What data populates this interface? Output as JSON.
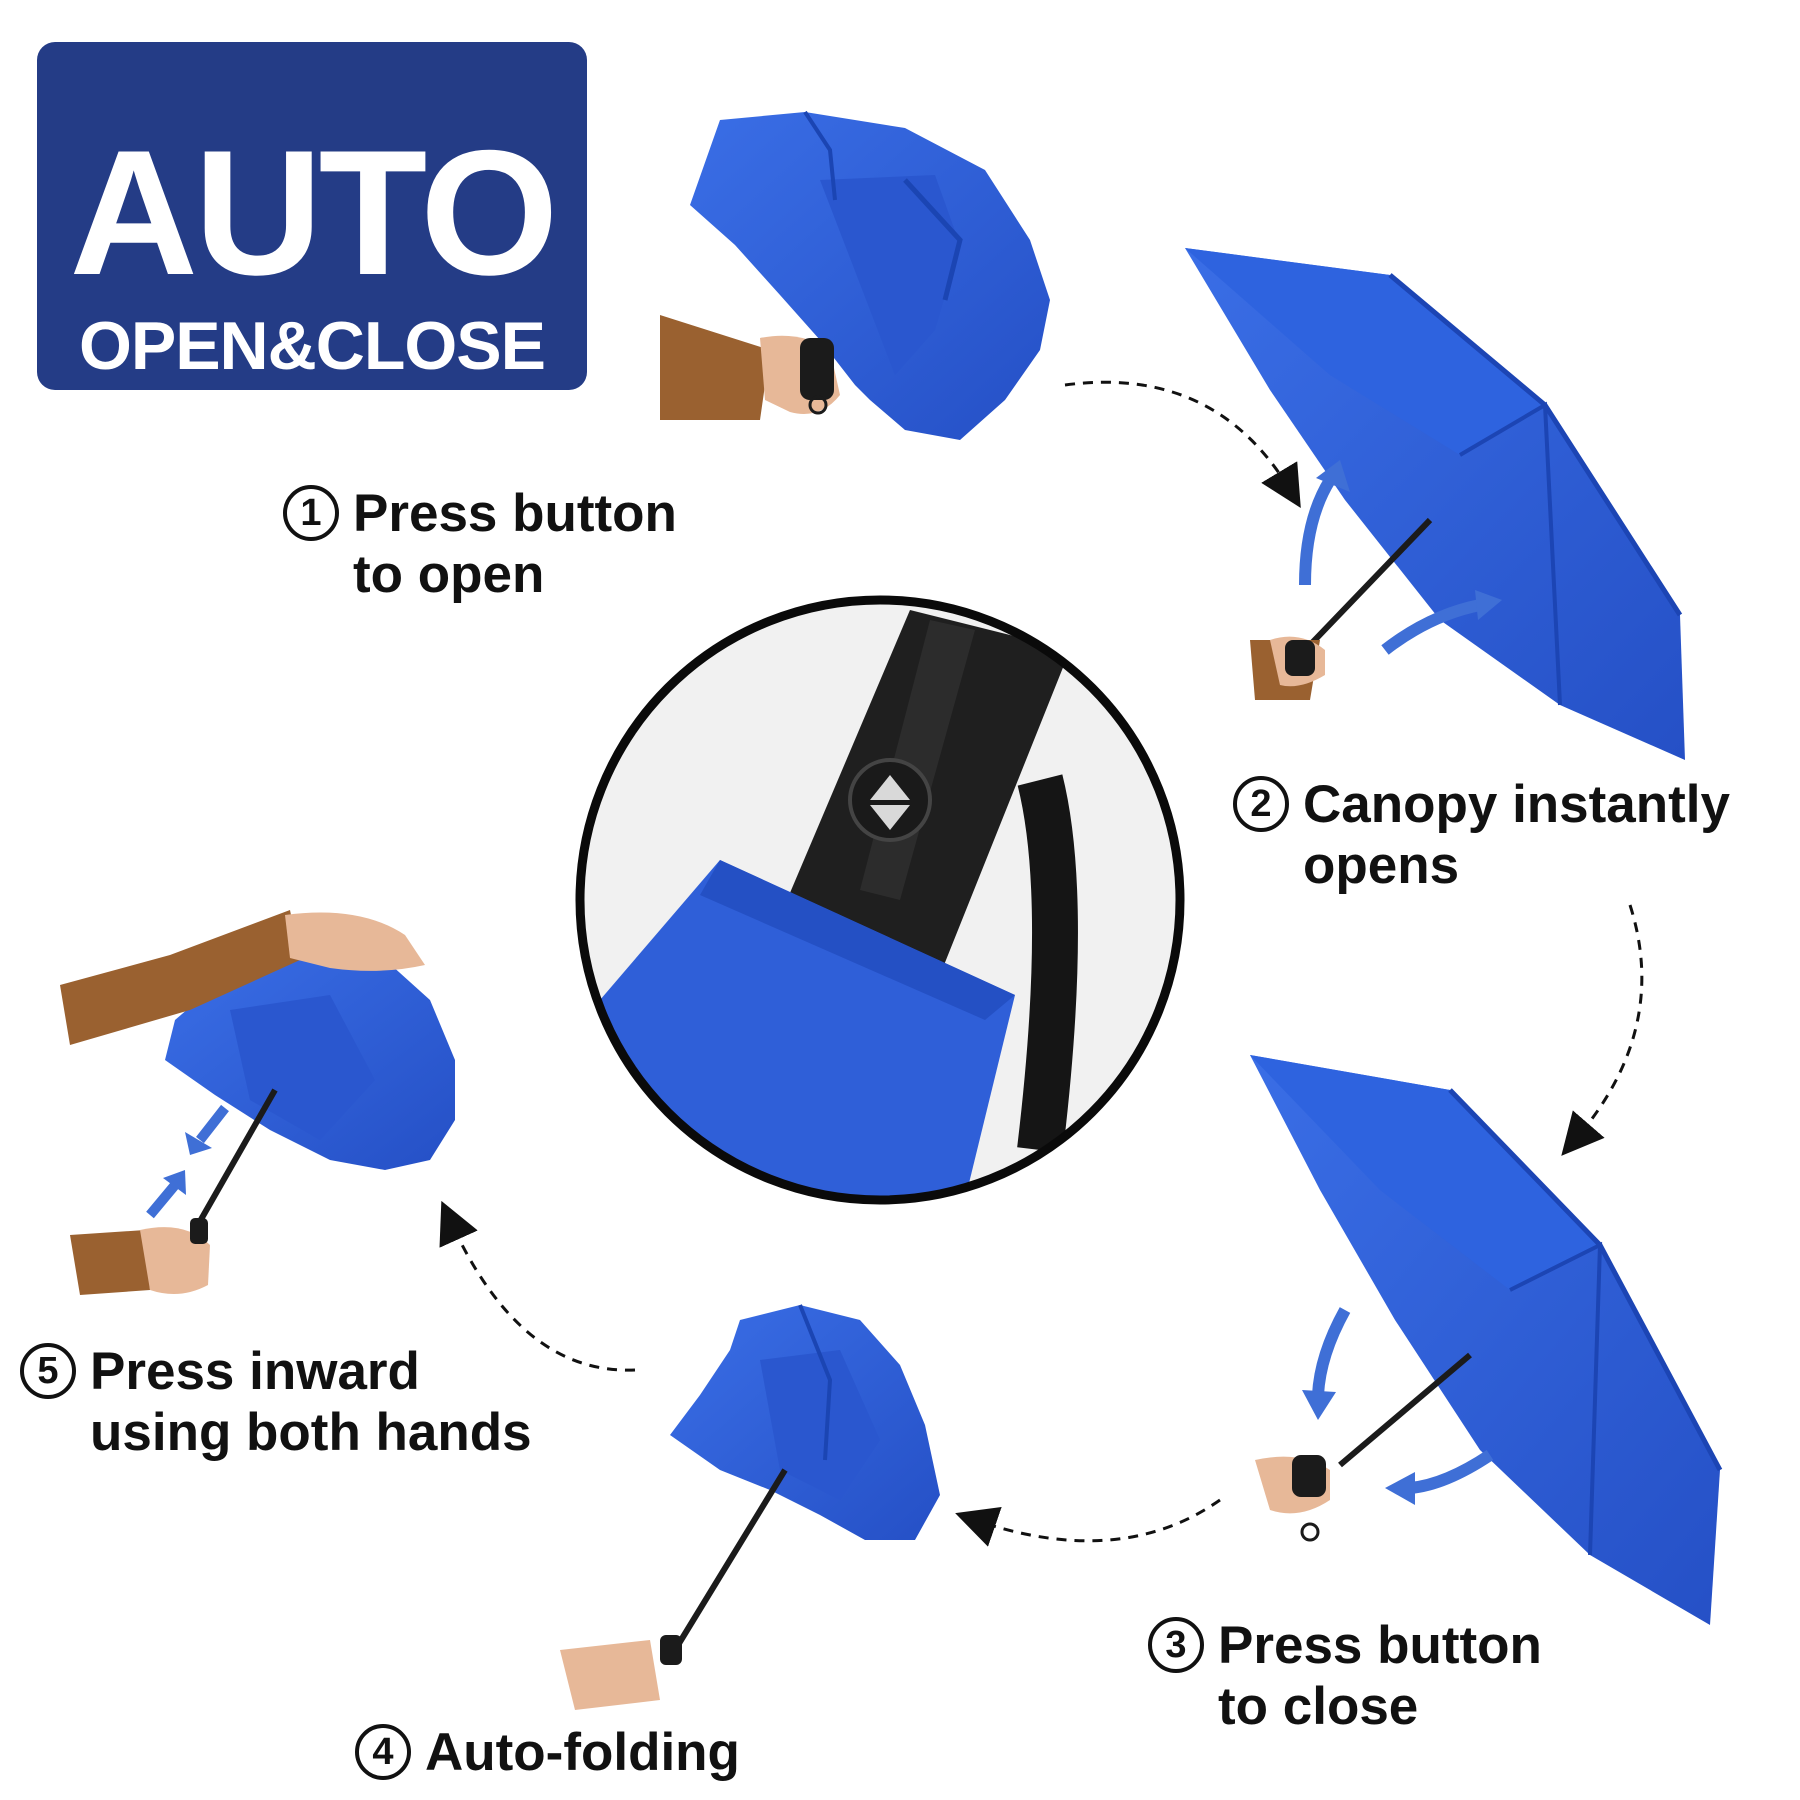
{
  "badge": {
    "title": "AUTO",
    "subtitle": "OPEN&CLOSE"
  },
  "steps": [
    {
      "num": "1",
      "line1": "Press button",
      "line2": "to open"
    },
    {
      "num": "2",
      "line1": "Canopy instantly",
      "line2": "opens"
    },
    {
      "num": "3",
      "line1": "Press button",
      "line2": "to close"
    },
    {
      "num": "4",
      "line1": "Auto-folding",
      "line2": ""
    },
    {
      "num": "5",
      "line1": "Press inward",
      "line2": "using both hands"
    }
  ],
  "colors": {
    "badge": "#243c86",
    "canopy": "#2f62dd",
    "canopy_dark": "#1e48b8",
    "arrow": "#3f6fd6",
    "sleeve": "#9a6130",
    "skin": "#e7b898",
    "handle": "#1b1b1b"
  }
}
